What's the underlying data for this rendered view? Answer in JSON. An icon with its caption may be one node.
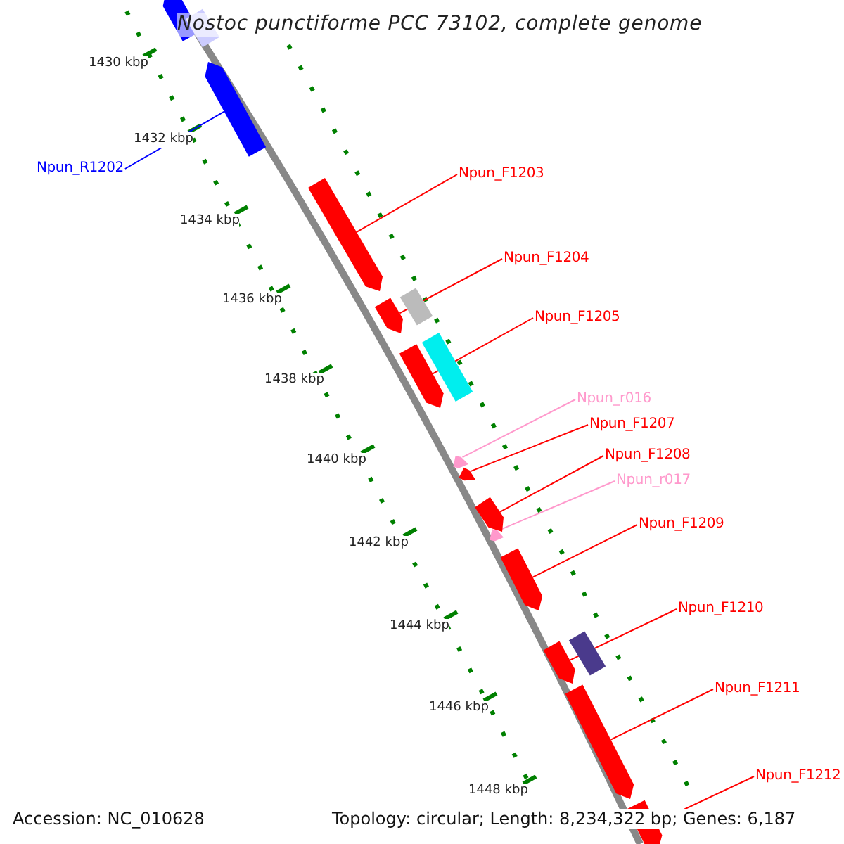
{
  "diagram": {
    "title": "Nostoc punctiforme PCC 73102, complete genome",
    "nodes": [
      {
        "text": [],
        "shape": "bar"
      },
      {
        "text": [],
        "shape": "bar"
      },
      {
        "text": [
          "Npun_R1202"
        ]
      },
      {
        "text": [],
        "shape": "bar"
      },
      {
        "text": [
          "Npun_F1203"
        ]
      },
      {
        "text": [],
        "shape": "bar"
      },
      {
        "text": [
          "Npun_F1204"
        ]
      },
      {
        "text": [],
        "shape": "bar"
      },
      {
        "text": [],
        "shape": "bar"
      },
      {
        "text": [
          "Npun_F1205"
        ]
      },
      {
        "text": [],
        "shape": "bar"
      },
      {
        "text": [],
        "shape": "bar"
      },
      {
        "text": [
          "Npun_r016"
        ]
      },
      {
        "text": [],
        "shape": "bar"
      },
      {
        "text": [
          "Npun_F1207"
        ]
      },
      {
        "text": [],
        "shape": "bar"
      },
      {
        "text": [
          "Npun_F1208"
        ]
      },
      {
        "text": [],
        "shape": "bar"
      },
      {
        "text": [
          "Npun_r017"
        ]
      },
      {
        "text": [],
        "shape": "bar"
      },
      {
        "text": [
          "Npun_F1209"
        ]
      },
      {
        "text": [],
        "shape": "bar"
      },
      {
        "text": [
          "Npun_F1210"
        ]
      },
      {
        "text": [],
        "shape": "bar"
      },
      {
        "text": [],
        "shape": "bar"
      },
      {
        "text": [
          "Npun_F1211"
        ]
      },
      {
        "text": [],
        "shape": "bar"
      },
      {
        "text": [
          "Npun_F1212"
        ]
      },
      {
        "text": [],
        "shape": "bar"
      }
    ],
    "edges": [
      {
        "from": 2,
        "to": 3,
        "arrow": "none",
        "color": "#0000ff"
      },
      {
        "from": 4,
        "to": 5,
        "arrow": "none"
      },
      {
        "from": 6,
        "to": 8,
        "arrow": "none"
      },
      {
        "from": 9,
        "to": 11,
        "arrow": "none"
      },
      {
        "from": 12,
        "to": 13,
        "arrow": "none",
        "color": "#ff99cc"
      },
      {
        "from": 14,
        "to": 15,
        "arrow": "none"
      },
      {
        "from": 16,
        "to": 17,
        "arrow": "none"
      },
      {
        "from": 18,
        "to": 19,
        "arrow": "none",
        "color": "#ff99cc"
      },
      {
        "from": 20,
        "to": 21,
        "arrow": "none"
      },
      {
        "from": 22,
        "to": 24,
        "arrow": "none"
      },
      {
        "from": 25,
        "to": 26,
        "arrow": "none"
      },
      {
        "from": 27,
        "to": 28,
        "arrow": "none"
      }
    ],
    "labels": [
      "1430 kbp",
      "1432 kbp",
      "1434 kbp",
      "1436 kbp",
      "1438 kbp",
      "1440 kbp",
      "1442 kbp",
      "1444 kbp",
      "1446 kbp",
      "1448 kbp",
      "Accession: NC_010628",
      "Topology: circular; Length: 8,234,322 bp; Genes: 6,187"
    ]
  }
}
